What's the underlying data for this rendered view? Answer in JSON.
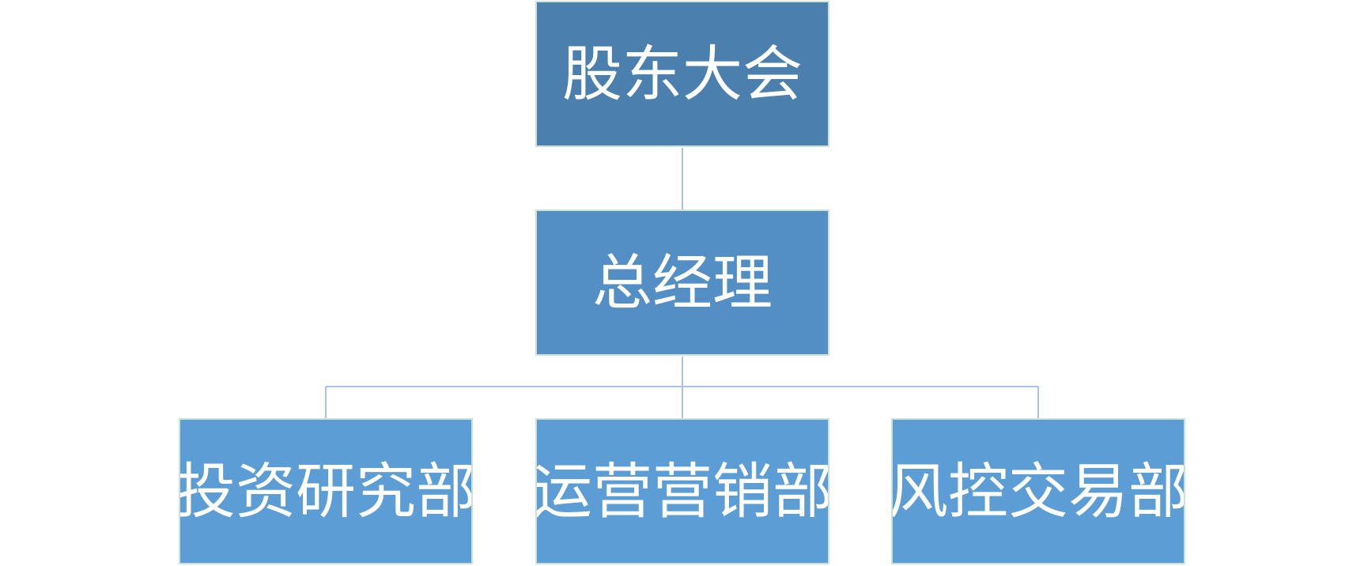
{
  "diagram": {
    "type": "org-chart",
    "colors": {
      "level_0": "#4a7fae",
      "level_1": "#538ec5",
      "level_2": "#5d9dd6",
      "box_border": "#c9e3d6",
      "connector": "#a9c3e2",
      "text": "#ffffff"
    },
    "nodes": {
      "top": {
        "label": "股东大会"
      },
      "mid": {
        "label": "总经理"
      },
      "departments": [
        {
          "label": "投资研究部"
        },
        {
          "label": "运营营销部"
        },
        {
          "label": "风控交易部"
        }
      ]
    },
    "edges": [
      [
        "股东大会",
        "总经理"
      ],
      [
        "总经理",
        "投资研究部"
      ],
      [
        "总经理",
        "运营营销部"
      ],
      [
        "总经理",
        "风控交易部"
      ]
    ]
  }
}
